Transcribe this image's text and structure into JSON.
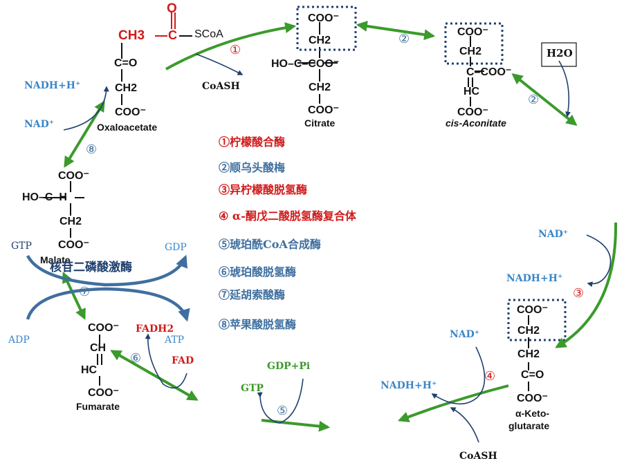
{
  "colors": {
    "green": "#3b9a2b",
    "blue": "#1f3f6e",
    "cofactor_blue": "#3a86c8",
    "red": "#d01a1a",
    "slate": "#3f6f9f",
    "dark_blue": "#173a66"
  },
  "compounds": {
    "acetyl": {
      "o_top": "O",
      "ch3": "CH3",
      "c": "C",
      "scoa": "SCoA"
    },
    "oxaloacetate": {
      "name": "Oxaloacetate",
      "lines": [
        "C=O",
        "CH2",
        "COO⁻"
      ]
    },
    "citrate": {
      "name": "Citrate",
      "lines": [
        "COO⁻",
        "CH2",
        "HO–C–COO⁻",
        "CH2",
        "COO⁻"
      ]
    },
    "cis_aconitate": {
      "name": "cis-Aconitate",
      "lines": [
        "COO⁻",
        "CH2",
        "C–COO⁻",
        "HC",
        "COO⁻"
      ]
    },
    "malate": {
      "name": "Malate",
      "lines": [
        "COO⁻",
        "HO–C–H",
        "CH2",
        "COO⁻"
      ]
    },
    "fumarate": {
      "name": "Fumarate",
      "lines": [
        "COO⁻",
        "CH",
        "HC",
        "COO⁻"
      ]
    },
    "ketoglutarate": {
      "name_line1": "α-Keto-",
      "name_line2": "glutarate",
      "lines": [
        "COO⁻",
        "CH2",
        "CH2",
        "C=O",
        "COO⁻"
      ]
    }
  },
  "cofactors": {
    "coash_top": "CoASH",
    "h2o": "H2O",
    "nadh_left": "NADH+H⁺",
    "nad_left": "NAD⁺",
    "gtp_left": "GTP",
    "gdp_left": "GDP",
    "adp_left": "ADP",
    "atp_left": "ATP",
    "fadh2": "FADH2",
    "fad": "FAD",
    "gdp_pi": "GDP+Pi",
    "gtp_mid": "GTP",
    "nad_right": "NAD⁺",
    "nadh_right": "NADH+H⁺",
    "nad_mid": "NAD⁺",
    "nadh_mid": "NADH+H⁺",
    "coash_bottom": "CoASH"
  },
  "overlay_text": "核苷二磷酸激酶",
  "steps": {
    "s1": "①",
    "s2a": "②",
    "s2b": "②",
    "s3": "③",
    "s4": "④",
    "s5": "⑤",
    "s6": "⑥",
    "s7": "⑦",
    "s8": "⑧"
  },
  "enzymes": [
    {
      "text": "①柠檬酸合酶",
      "color": "red"
    },
    {
      "text": "②顺乌头酸梅",
      "color": "slate"
    },
    {
      "text": "③异柠檬酸脱氢酶",
      "color": "red"
    },
    {
      "text": "④ α-酮戊二酸脱氢酶复合体",
      "color": "red"
    },
    {
      "text": "⑤琥珀酰CoA合成酶",
      "color": "slate"
    },
    {
      "text": "⑥琥珀酸脱氢酶",
      "color": "slate"
    },
    {
      "text": "⑦延胡索酸酶",
      "color": "slate"
    },
    {
      "text": "⑧苹果酸脱氢酶",
      "color": "slate"
    }
  ]
}
